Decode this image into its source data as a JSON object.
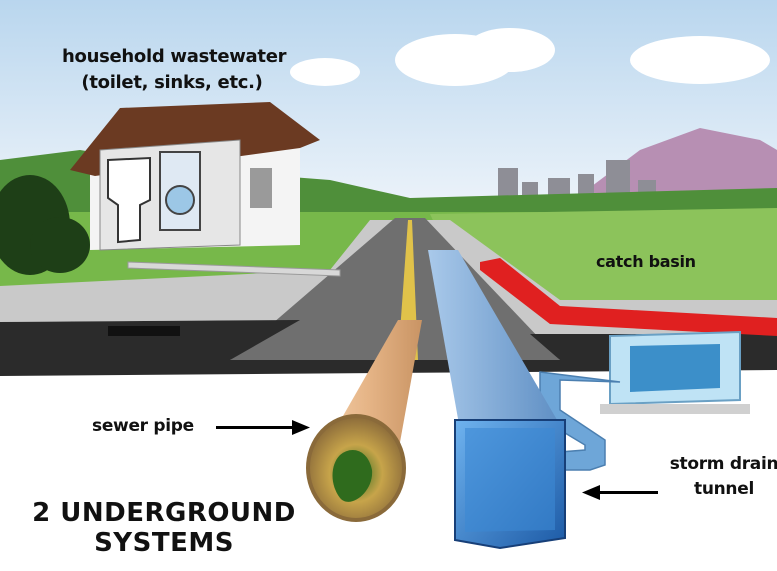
{
  "labels": {
    "household_line1": "household wastewater",
    "household_line2": "(toilet, sinks, etc.)",
    "catch_basin": "catch basin",
    "sewer_pipe": "sewer pipe",
    "storm_drain_line1": "storm drain",
    "storm_drain_line2": "tunnel",
    "title_line1": "2 UNDERGROUND",
    "title_line2": "SYSTEMS"
  },
  "colors": {
    "sky": "#cfe3f2",
    "grass": "#77b84a",
    "road": "#6f6f6f",
    "sewer_pipe": "#e8b98c",
    "storm_tunnel": "#2f78c8",
    "catch_basin_curb": "#e02020",
    "house_roof": "#6b3a22"
  }
}
